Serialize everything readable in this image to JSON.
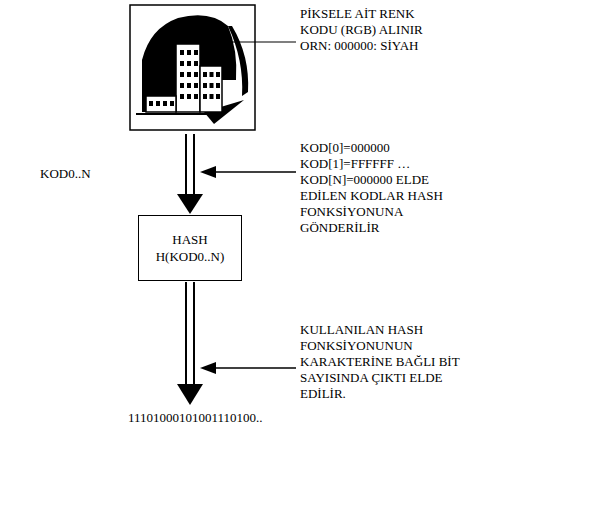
{
  "diagram": {
    "nodes": [
      {
        "text": [
          "HASH",
          "H(KOD0..N)"
        ]
      }
    ],
    "labels": [
      "PİKSELE AİT RENK KODU (RGB) ALINIR ORN: 000000: SİYAH",
      "KOD0..N",
      "KOD[0]=000000 KOD[1]=FFFFFF … KOD[N]=000000 ELDE EDİLEN KODLAR HASH FONKSİYONUNA GÖNDERİLİR",
      "KULLANILAN HASH FONKSİYONUNUN KARAKTERİNE BAĞLI BİT SAYISINDA ÇIKTI ELDE EDİLİR.",
      "11101000101001110100.."
    ]
  }
}
